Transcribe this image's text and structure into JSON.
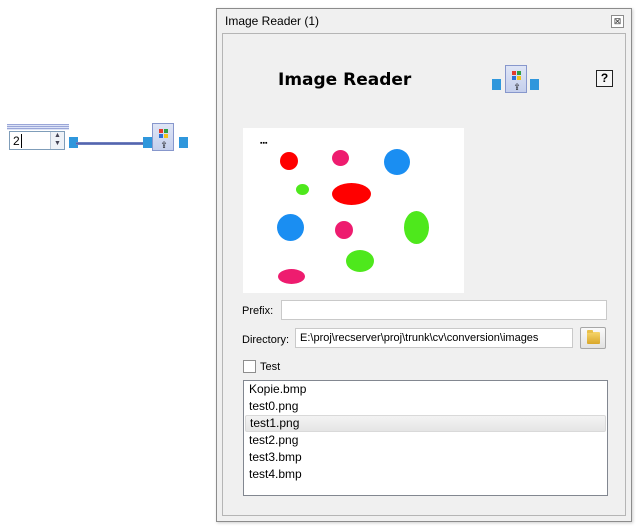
{
  "canvas": {
    "spin_box": {
      "value": "2",
      "arrows": "▲▼"
    },
    "reader_node_icon": "image-reader-node-icon",
    "port_color": "#2f97dc"
  },
  "dialog": {
    "window_title": "Image Reader (1)",
    "close_glyph": "⊠",
    "heading": "Image Reader",
    "help_label": "?",
    "prefix": {
      "label": "Prefix:",
      "value": ""
    },
    "directory": {
      "label": "Directory:",
      "value": "E:\\proj\\recserver\\proj\\trunk\\cv\\conversion\\images"
    },
    "test": {
      "label": "Test",
      "checked": false
    },
    "files": [
      "Kopie.bmp",
      "test0.png",
      "test1.png",
      "test2.png",
      "test3.bmp",
      "test4.bmp"
    ],
    "selected_file": "test1.png"
  },
  "preview_colors": {
    "red": "#ff0000",
    "magenta": "#ee1c6f",
    "blue": "#1a8ef2",
    "green": "#4ee81c"
  }
}
